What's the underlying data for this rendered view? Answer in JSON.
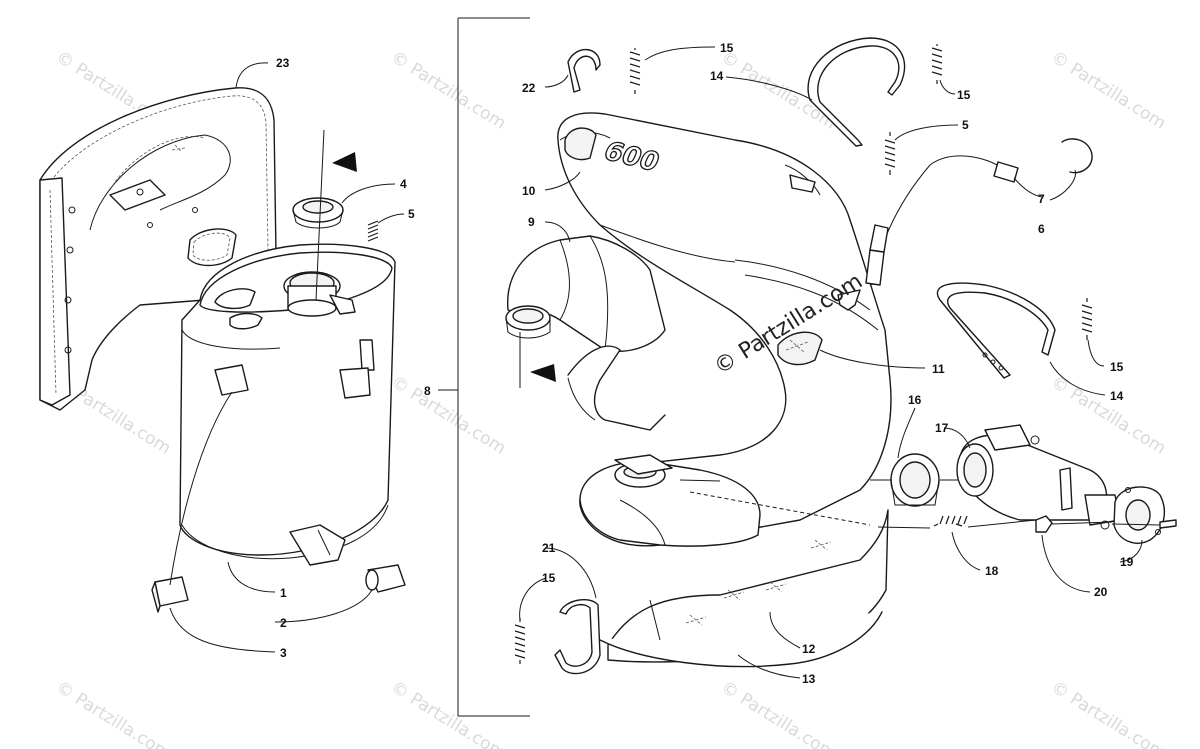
{
  "watermark": "© Partzilla.com",
  "copyright": "© Partzilla.com",
  "logo_text": "600",
  "callouts": [
    "1",
    "2",
    "3",
    "4",
    "5",
    "5",
    "6",
    "7",
    "8",
    "9",
    "10",
    "11",
    "12",
    "13",
    "14",
    "14",
    "15",
    "15",
    "15",
    "15",
    "16",
    "17",
    "18",
    "19",
    "20",
    "21",
    "22",
    "23"
  ]
}
